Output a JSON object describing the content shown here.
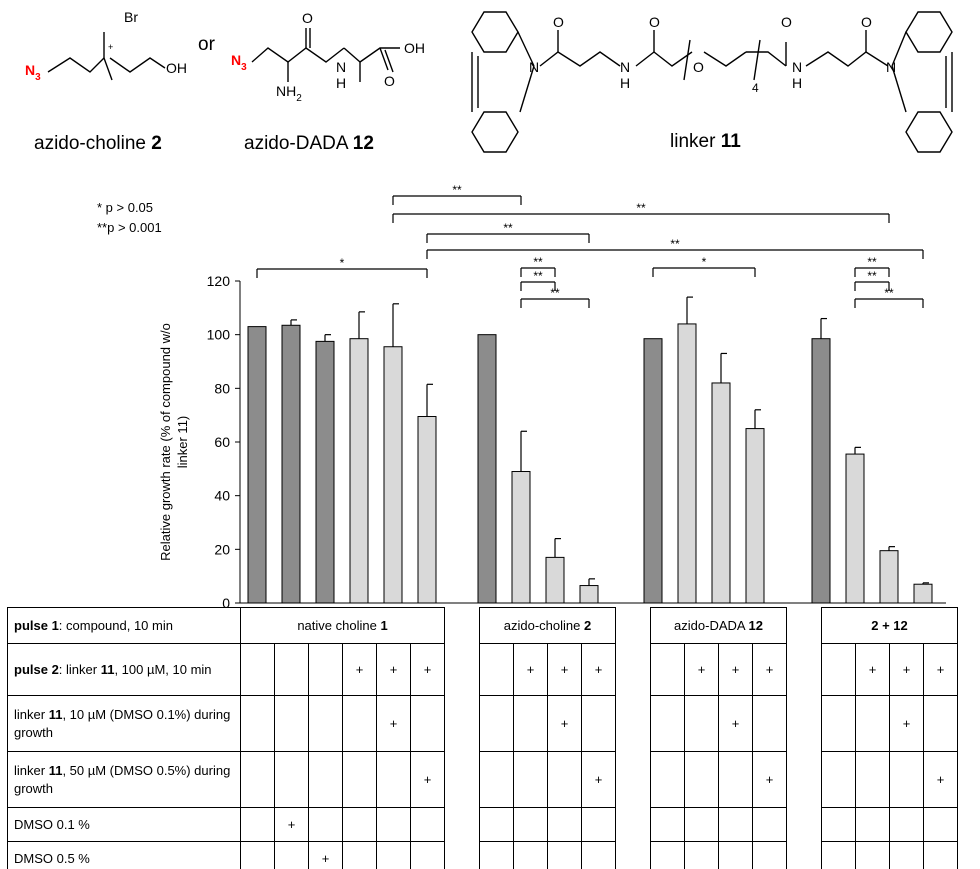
{
  "structures": {
    "choline": {
      "caption": "azido-choline ",
      "num": "2",
      "br": "Br",
      "n3": "N",
      "n3sub": "3",
      "oh": "OH",
      "charge": "+"
    },
    "or": "or",
    "dada": {
      "caption": "azido-DADA ",
      "num": "12",
      "n3": "N",
      "n3sub": "3",
      "oh": "OH",
      "o": "O",
      "nh": "H",
      "n": "N",
      "nh2": "NH",
      "nh2sub": "2"
    },
    "linker": {
      "caption": "linker ",
      "num": "11",
      "o": "O",
      "n": "N",
      "nh": "H",
      "sub4": "4"
    }
  },
  "pvalues": [
    "* p > 0.05",
    "**p > 0.001"
  ],
  "chart_data": {
    "type": "bar",
    "ylabel": "Relative growth rate (% of compound w/o linker 11)",
    "ylim": [
      0,
      120
    ],
    "yticks": [
      0,
      20,
      40,
      60,
      80,
      100,
      120
    ],
    "groups": [
      {
        "name": "native choline 1",
        "values": [
          103,
          103.5,
          97.5,
          98.5,
          95.5,
          69.5
        ],
        "errors": [
          0.3,
          2,
          2.5,
          10,
          16,
          12
        ],
        "shades": [
          "dark",
          "dark",
          "dark",
          "light",
          "light",
          "light"
        ]
      },
      {
        "name": "azido-choline 2",
        "values": [
          100,
          49,
          17,
          6.5
        ],
        "errors": [
          0,
          15,
          7,
          2.5
        ],
        "shades": [
          "dark",
          "light",
          "light",
          "light"
        ]
      },
      {
        "name": "azido-DADA 12",
        "values": [
          98.5,
          104,
          82,
          65
        ],
        "errors": [
          0.3,
          10,
          11,
          7
        ],
        "shades": [
          "dark",
          "light",
          "light",
          "light"
        ]
      },
      {
        "name": "2 + 12",
        "values": [
          98.5,
          55.5,
          19.5,
          7
        ],
        "errors": [
          7.5,
          2.5,
          1.5,
          0.5
        ],
        "shades": [
          "dark",
          "light",
          "light",
          "light"
        ]
      }
    ],
    "significance": [
      {
        "label": "**",
        "from": [
          0,
          4
        ],
        "to": [
          1,
          1
        ]
      },
      {
        "label": "**",
        "from": [
          0,
          4
        ],
        "to": [
          3,
          2
        ]
      },
      {
        "label": "**",
        "from": [
          0,
          5
        ],
        "to": [
          1,
          3
        ]
      },
      {
        "label": "**",
        "from": [
          0,
          5
        ],
        "to": [
          3,
          3
        ]
      },
      {
        "label": "*",
        "from": [
          0,
          0
        ],
        "to": [
          0,
          5
        ]
      },
      {
        "label": "**",
        "from": [
          1,
          1
        ],
        "to": [
          1,
          2
        ]
      },
      {
        "label": "**",
        "from": [
          1,
          1
        ],
        "to": [
          1,
          2
        ]
      },
      {
        "label": "**",
        "from": [
          1,
          1
        ],
        "to": [
          1,
          3
        ]
      },
      {
        "label": "*",
        "from": [
          2,
          0
        ],
        "to": [
          2,
          3
        ]
      },
      {
        "label": "**",
        "from": [
          3,
          1
        ],
        "to": [
          3,
          2
        ]
      },
      {
        "label": "**",
        "from": [
          3,
          1
        ],
        "to": [
          3,
          2
        ]
      },
      {
        "label": "**",
        "from": [
          3,
          1
        ],
        "to": [
          3,
          3
        ]
      }
    ]
  },
  "table": {
    "header": {
      "label_bold": "pulse 1",
      "label_rest": ": compound, 10 min",
      "groups": [
        {
          "plain": "native choline ",
          "bold": "1"
        },
        {
          "plain": "azido-choline ",
          "bold": "2"
        },
        {
          "plain": "azido-DADA ",
          "bold": "12"
        },
        {
          "plain": "",
          "bold": "2 + 12"
        }
      ]
    },
    "rows": [
      {
        "label_bold": "pulse 2",
        "label_rest": ": linker ",
        "label_num": "11",
        "label_tail": ", 100 µM, 10 min",
        "marks": [
          [
            "",
            "",
            "",
            "+",
            "+",
            "+"
          ],
          [
            "",
            "+",
            "+",
            "+"
          ],
          [
            "",
            "+",
            "+",
            "+"
          ],
          [
            "",
            "+",
            "+",
            "+"
          ]
        ]
      },
      {
        "label_bold": "",
        "label_rest": "linker ",
        "label_num": "11",
        "label_tail": ", 10 µM (DMSO 0.1%) during growth",
        "marks": [
          [
            "",
            "",
            "",
            "",
            "+",
            ""
          ],
          [
            "",
            "",
            "+",
            ""
          ],
          [
            "",
            "",
            "+",
            ""
          ],
          [
            "",
            "",
            "+",
            ""
          ]
        ]
      },
      {
        "label_bold": "",
        "label_rest": "linker ",
        "label_num": "11",
        "label_tail": ", 50 µM (DMSO 0.5%) during growth",
        "marks": [
          [
            "",
            "",
            "",
            "",
            "",
            "+"
          ],
          [
            "",
            "",
            "",
            "+"
          ],
          [
            "",
            "",
            "",
            "+"
          ],
          [
            "",
            "",
            "",
            "+"
          ]
        ]
      },
      {
        "label_bold": "",
        "label_rest": "DMSO 0.1 %",
        "label_num": "",
        "label_tail": "",
        "marks": [
          [
            "",
            "+",
            "",
            "",
            "",
            ""
          ],
          [
            "",
            "",
            "",
            ""
          ],
          [
            "",
            "",
            "",
            ""
          ],
          [
            "",
            "",
            "",
            ""
          ]
        ]
      },
      {
        "label_bold": "",
        "label_rest": "DMSO 0.5 %",
        "label_num": "",
        "label_tail": "",
        "marks": [
          [
            "",
            "",
            "+",
            "",
            "",
            ""
          ],
          [
            "",
            "",
            "",
            ""
          ],
          [
            "",
            "",
            "",
            ""
          ],
          [
            "",
            "",
            "",
            ""
          ]
        ]
      }
    ]
  },
  "colors": {
    "dark": "#8c8c8c",
    "light": "#d9d9d9",
    "azide": "#ff0000"
  }
}
